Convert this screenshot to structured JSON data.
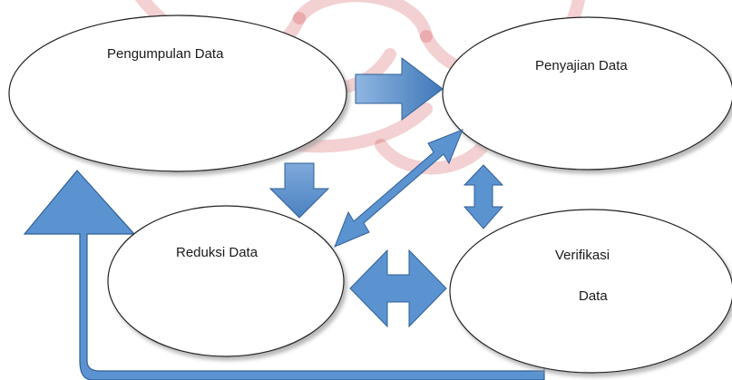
{
  "diagram": {
    "nodes": {
      "pengumpulan": {
        "label": "Pengumpulan Data"
      },
      "penyajian": {
        "label": "Penyajian Data"
      },
      "reduksi": {
        "label": "Reduksi Data"
      },
      "verifikasi": {
        "line1": "Verifikasi",
        "line2": "Data"
      }
    },
    "edges": [
      {
        "from": "pengumpulan",
        "to": "penyajian",
        "style": "single"
      },
      {
        "from": "pengumpulan",
        "to": "reduksi",
        "style": "single"
      },
      {
        "from": "reduksi",
        "to": "penyajian",
        "style": "double"
      },
      {
        "from": "penyajian",
        "to": "verifikasi",
        "style": "double"
      },
      {
        "from": "reduksi",
        "to": "verifikasi",
        "style": "double"
      },
      {
        "from": "verifikasi",
        "to": "pengumpulan",
        "style": "loop"
      }
    ]
  },
  "colors": {
    "arrow_fill": "#5b93d0",
    "arrow_dark": "#3c72b0",
    "arrow_stroke": "#2f5f96",
    "node_fill": "#ffffff",
    "node_stroke": "#222222",
    "watermark": "#c8282d"
  }
}
